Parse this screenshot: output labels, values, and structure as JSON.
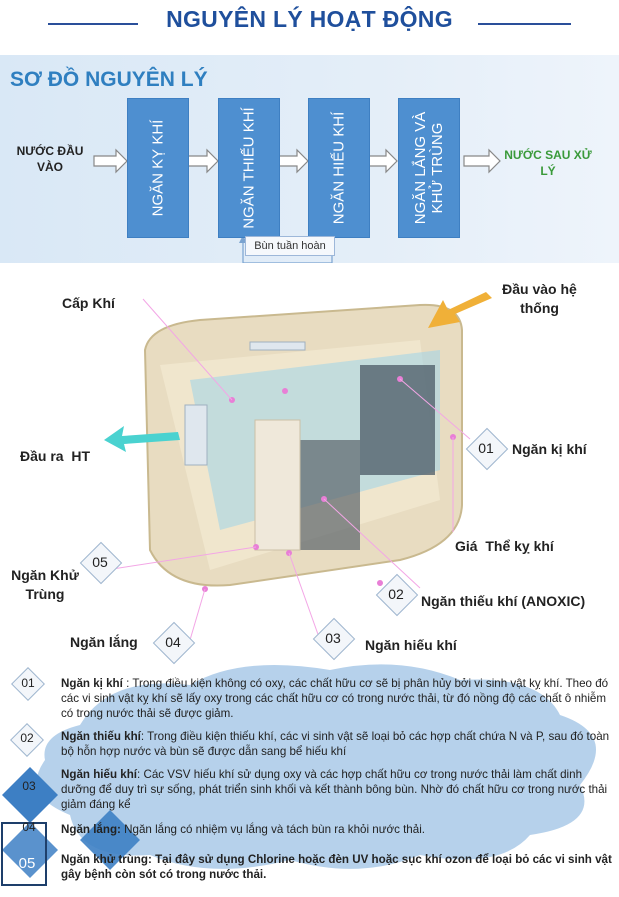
{
  "title": "NGUYÊN LÝ HOẠT ĐỘNG",
  "flow": {
    "heading": "SƠ ĐỒ NGUYÊN LÝ",
    "input": "NƯỚC ĐẦU VÀO",
    "output": "NƯỚC SAU XỬ LÝ",
    "stages": [
      "NGĂN KỴ KHÍ",
      "NGĂN THIẾU KHÍ",
      "NGĂN HIẾU KHÍ",
      "NGĂN LẮNG VÀ KHỬ TRÙNG"
    ],
    "recycle": "Bùn tuần hoàn"
  },
  "diagram": {
    "labels": {
      "air_supply": "Cấp Khí",
      "system_inlet": "Đầu vào hệ thống",
      "outlet": "Đầu ra  HT",
      "anaerobic": "Ngăn kị khí",
      "media": "Giá  Thể kỵ khí",
      "anoxic": "Ngăn thiếu khí (ANOXIC)",
      "aerobic": "Ngăn hiếu khí",
      "settling": "Ngăn lắng",
      "disinfection": "Ngăn Khử Trùng"
    },
    "numbers": [
      "01",
      "02",
      "03",
      "04",
      "05"
    ]
  },
  "legend": [
    {
      "num": "01",
      "name": "Ngăn kị khí",
      "text": " : Trong điều kiện không có oxy, các chất hữu cơ sẽ bị phân hủy bởi vi sinh vật kỵ khí. Theo đó các vi sinh vật kỵ khí sẽ lấy oxy trong các chất hữu cơ có trong nước thải, từ đó nồng độ các chất ô nhiễm có trong nước thải sẽ được giảm."
    },
    {
      "num": "02",
      "name": "Ngăn thiếu khí",
      "text": ": Trong điều kiện thiếu khí, các vi sinh vật sẽ loại bỏ các hợp chất chứa N và P, sau đó toàn bộ hỗn hợp nước và bùn sẽ được dẫn sang bể hiếu khí"
    },
    {
      "num": "03",
      "name": "Ngăn hiếu khí",
      "text": ": Các VSV hiếu khí sử dụng oxy và các hợp chất hữu cơ trong nước thải làm chất dinh dưỡng để duy trì sự sống, phát triển sinh khối và kết thành bông bùn. Nhờ đó chất hữu cơ trong nước thải giảm đáng kể"
    },
    {
      "num": "04",
      "name": "Ngăn lắng:",
      "text": " Ngăn lắng có nhiệm vụ lắng và tách bùn ra khỏi nước thải."
    },
    {
      "num": "05",
      "name": "Ngăn khử trùng:",
      "text": " Tại đây sử dụng Chlorine hoặc đèn UV hoặc sục khí ozon để loại bỏ các vi sinh vật gây bệnh còn sót có trong nước thải."
    }
  ],
  "colors": {
    "title": "#1f4f9c",
    "heading": "#2f7fc0",
    "stage_box": "#4e8fd0",
    "output": "#3a9a3a",
    "cloud": "#a9c9e8"
  }
}
